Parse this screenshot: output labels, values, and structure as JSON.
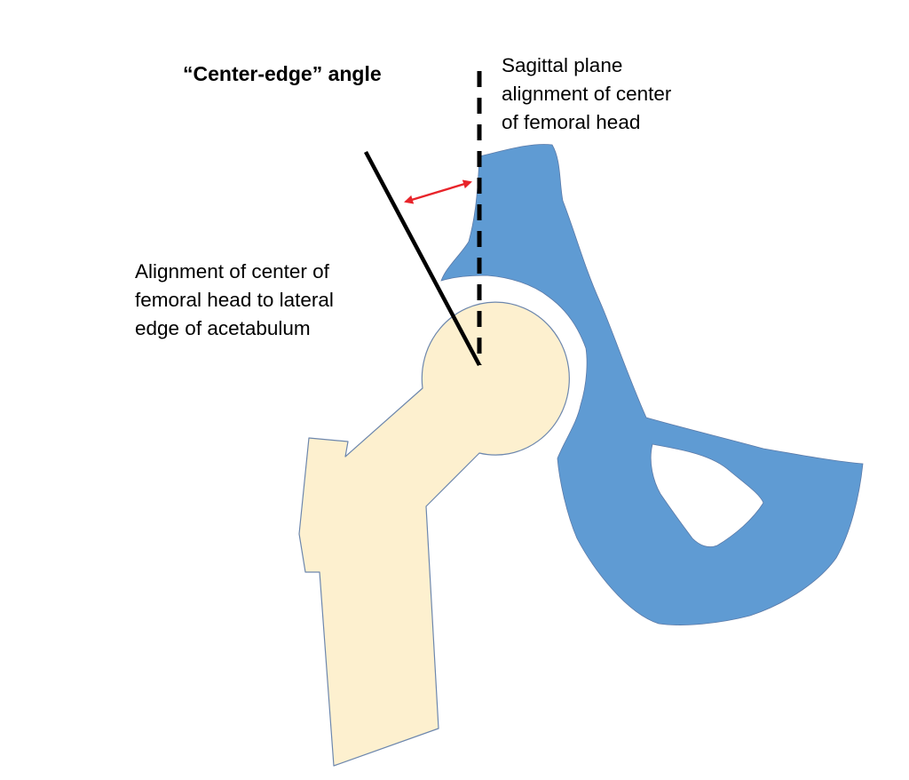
{
  "title": "“Center-edge” angle",
  "labels": {
    "sagittal": [
      "Sagittal plane",
      "alignment of center",
      "of femoral head"
    ],
    "alignment": [
      "Alignment of center of",
      "femoral head to lateral",
      "edge of acetabulum"
    ]
  },
  "colors": {
    "pelvis": "#5f9bd3",
    "pelvis_outline": "#5b7aa8",
    "femur": "#fdf0cf",
    "femur_outline": "#6d87ad",
    "angle_arrow": "#e8242a",
    "lines": "#000000"
  }
}
